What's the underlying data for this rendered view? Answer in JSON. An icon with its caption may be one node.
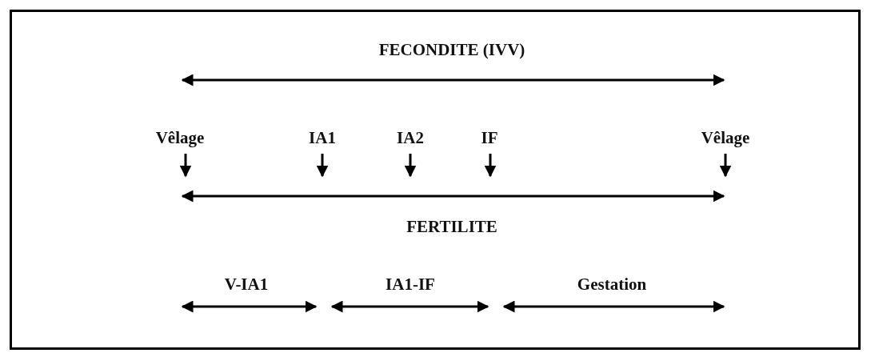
{
  "diagram": {
    "labels": [
      "FECONDITE (IVV)",
      "Vêlage",
      "IA1",
      "IA2",
      "IF",
      "Vêlage",
      "FERTILITE",
      "V-IA1",
      "IA1-IF",
      "Gestation"
    ]
  }
}
